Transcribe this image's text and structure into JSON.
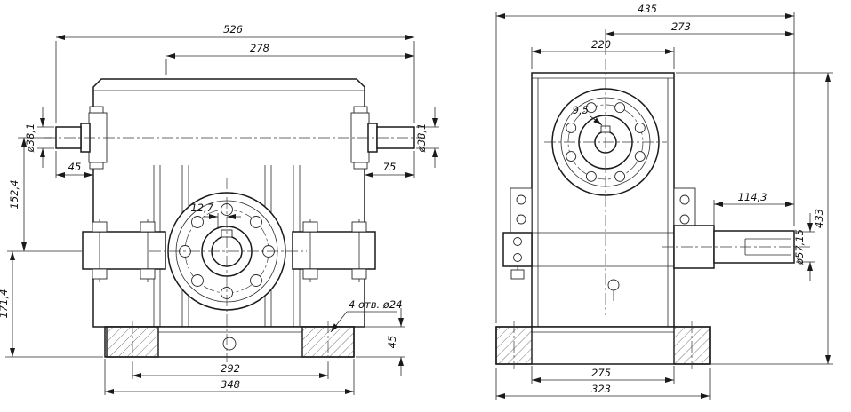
{
  "colors": {
    "line": "#1a1a1a",
    "background": "#ffffff"
  },
  "views": {
    "front": {
      "overall_width": "526",
      "upper_width": "278",
      "left_shaft_dia": "ø38,1",
      "right_shaft_dia": "ø38,1",
      "left_shaft_len": "45",
      "right_shaft_len": "75",
      "axis_distance": "152,4",
      "axis_height": "171,4",
      "key_offset": "12,7",
      "holes_note": "4 отв. ø24",
      "foot_height": "45",
      "holes_span": "292",
      "base_width": "348"
    },
    "side": {
      "overall_width": "435",
      "center_to_shaft_end": "273",
      "body_width": "220",
      "key_offset": "9,5",
      "shaft_length": "114,3",
      "shaft_dia": "ø57,15",
      "overall_height": "433",
      "base_inner_width": "275",
      "base_width": "323"
    }
  }
}
